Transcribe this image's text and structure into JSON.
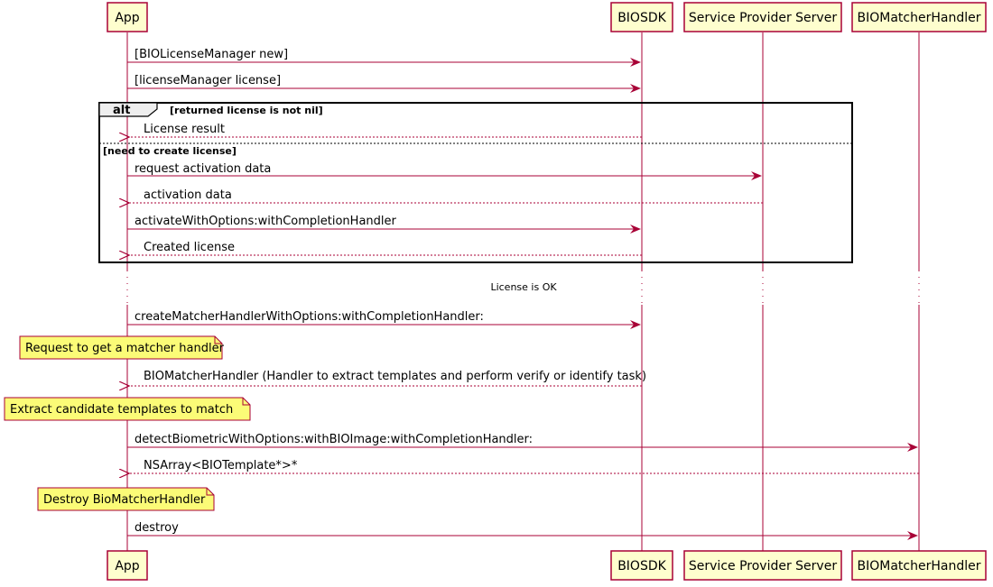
{
  "participants": {
    "app": "App",
    "biosdk": "BIOSDK",
    "sps": "Service Provider Server",
    "bmh": "BIOMatcherHandler"
  },
  "messages": {
    "m1": "[BIOLicenseManager new]",
    "m2": "[licenseManager license]",
    "m3": "License result",
    "m4": "request activation data",
    "m5": "activation data",
    "m6": "activateWithOptions:withCompletionHandler",
    "m7": "Created license",
    "m8": "createMatcherHandlerWithOptions:withCompletionHandler:",
    "m9": "BIOMatcherHandler  (Handler to extract templates and perform verify or identify task)",
    "m10": "detectBiometricWithOptions:withBIOImage:withCompletionHandler:",
    "m11": "NSArray<BIOTemplate*>*",
    "m12": "destroy"
  },
  "alt": {
    "keyword": "alt",
    "guard1": "[returned license is not nil]",
    "guard2": "[need to create license]"
  },
  "divider": "License is OK",
  "notes": {
    "n1": "Request to get a matcher handler",
    "n2": "Extract candidate templates to match",
    "n3": "Destroy BioMatcherHandler"
  },
  "colors": {
    "arrow": "#A80036",
    "participant_fill": "#FEFECE",
    "note_fill": "#FBFB77",
    "alt_header_fill": "#EEEEEE"
  }
}
